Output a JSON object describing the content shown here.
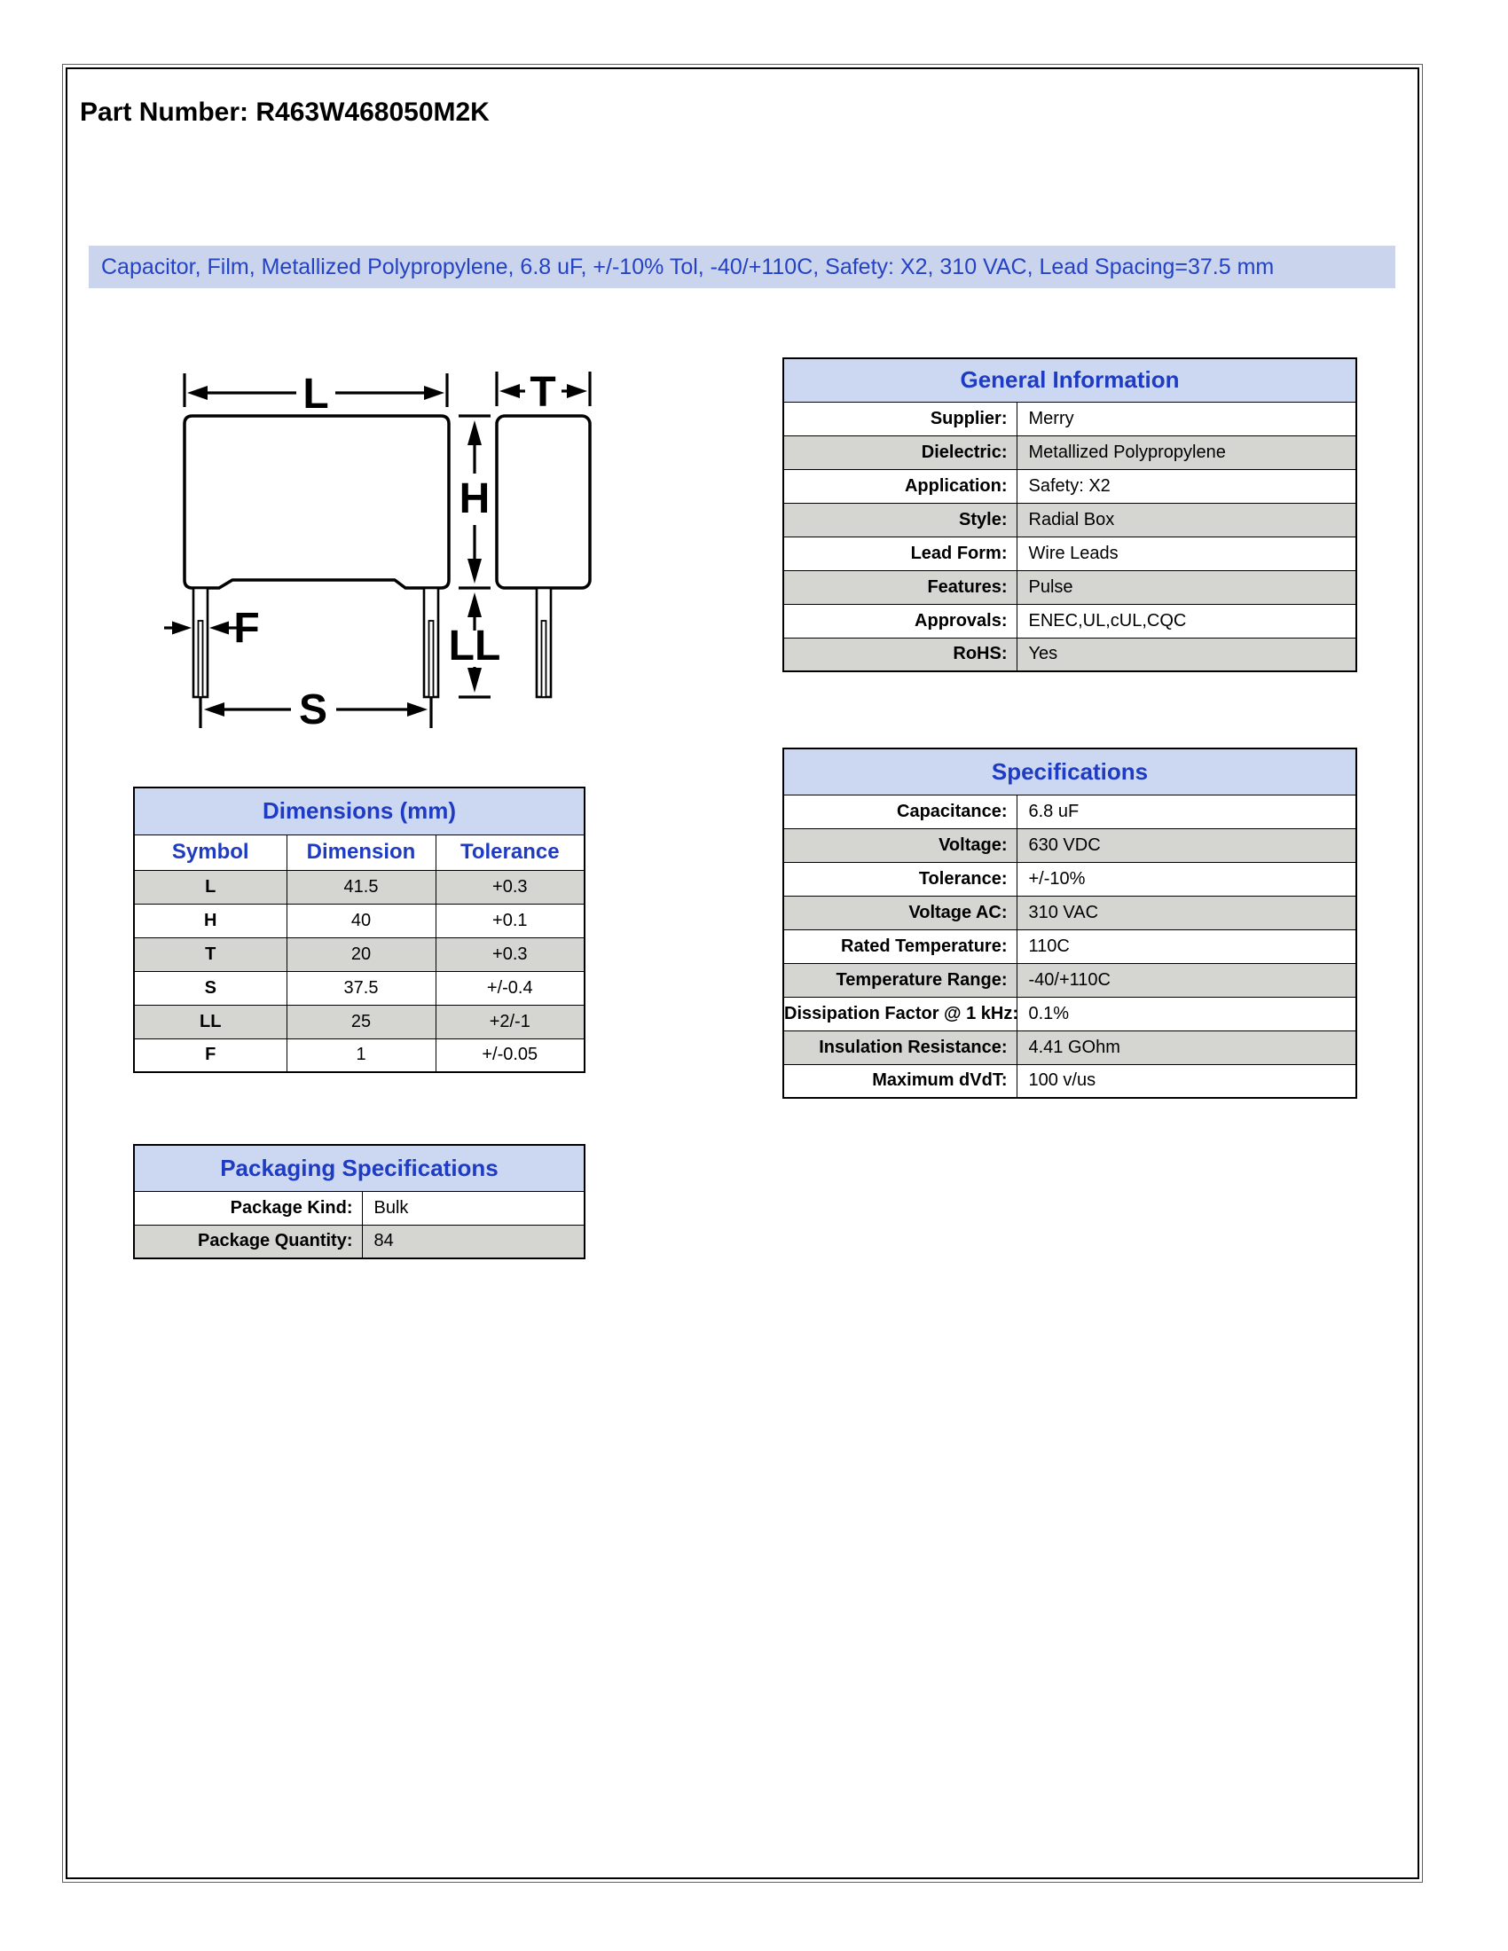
{
  "page": {
    "title": "Part Number: R463W468050M2K",
    "banner": "Capacitor, Film, Metallized Polypropylene, 6.8 uF, +/-10% Tol, -40/+110C, Safety: X2, 310 VAC, Lead Spacing=37.5 mm"
  },
  "diagram": {
    "labels": {
      "l": "L",
      "t": "T",
      "h": "H",
      "ll": "LL",
      "f": "F",
      "s": "S"
    }
  },
  "general_information": {
    "title": "General Information",
    "rows": [
      {
        "label": "Supplier:",
        "value": "Merry"
      },
      {
        "label": "Dielectric:",
        "value": "Metallized Polypropylene"
      },
      {
        "label": "Application:",
        "value": "Safety: X2"
      },
      {
        "label": "Style:",
        "value": "Radial Box"
      },
      {
        "label": "Lead Form:",
        "value": "Wire Leads"
      },
      {
        "label": "Features:",
        "value": "Pulse"
      },
      {
        "label": "Approvals:",
        "value": "ENEC,UL,cUL,CQC"
      },
      {
        "label": "RoHS:",
        "value": "Yes"
      }
    ]
  },
  "dimensions": {
    "title": "Dimensions (mm)",
    "columns": [
      "Symbol",
      "Dimension",
      "Tolerance"
    ],
    "rows": [
      {
        "symbol": "L",
        "dimension": "41.5",
        "tolerance": "+0.3"
      },
      {
        "symbol": "H",
        "dimension": "40",
        "tolerance": "+0.1"
      },
      {
        "symbol": "T",
        "dimension": "20",
        "tolerance": "+0.3"
      },
      {
        "symbol": "S",
        "dimension": "37.5",
        "tolerance": "+/-0.4"
      },
      {
        "symbol": "LL",
        "dimension": "25",
        "tolerance": "+2/-1"
      },
      {
        "symbol": "F",
        "dimension": "1",
        "tolerance": "+/-0.05"
      }
    ]
  },
  "specifications": {
    "title": "Specifications",
    "rows": [
      {
        "label": "Capacitance:",
        "value": "6.8 uF"
      },
      {
        "label": "Voltage:",
        "value": "630 VDC"
      },
      {
        "label": "Tolerance:",
        "value": "+/-10%"
      },
      {
        "label": "Voltage AC:",
        "value": "310 VAC"
      },
      {
        "label": "Rated Temperature:",
        "value": "110C"
      },
      {
        "label": "Temperature Range:",
        "value": "-40/+110C"
      },
      {
        "label": "Dissipation Factor @ 1 kHz:",
        "value": "0.1%"
      },
      {
        "label": "Insulation Resistance:",
        "value": "4.41 GOhm"
      },
      {
        "label": "Maximum dVdT:",
        "value": "100 v/us"
      }
    ]
  },
  "packaging": {
    "title": "Packaging Specifications",
    "rows": [
      {
        "label": "Package Kind:",
        "value": "Bulk"
      },
      {
        "label": "Package Quantity:",
        "value": "84"
      }
    ]
  },
  "colors": {
    "accent_blue": "#1e3bc3",
    "banner_text": "#2443c4",
    "banner_bg": "#cbd4ed",
    "header_bg": "#ccd7f1",
    "row_gray": "#d5d5d1"
  }
}
